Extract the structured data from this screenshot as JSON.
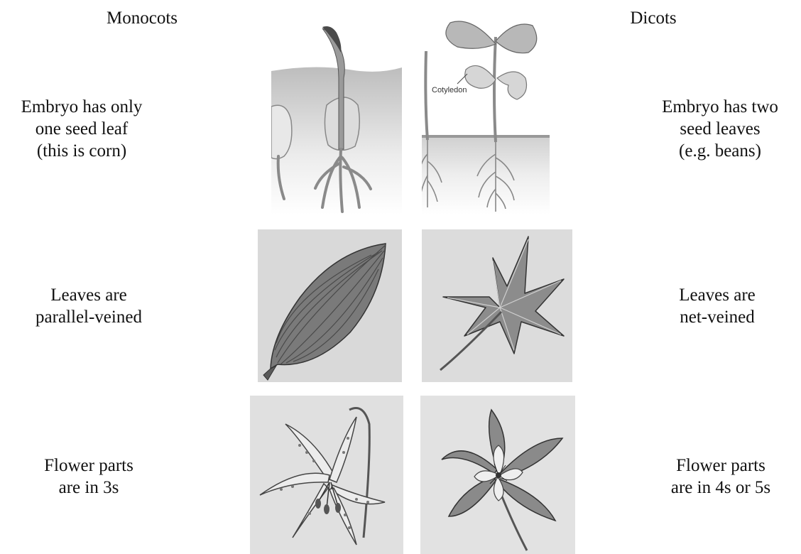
{
  "headers": {
    "left": "Monocots",
    "right": "Dicots"
  },
  "rows": [
    {
      "left_text": [
        "Embryo has only",
        "one seed leaf",
        "(this is corn)"
      ],
      "right_text": [
        "Embryo has two",
        "seed leaves",
        "(e.g. beans)"
      ]
    },
    {
      "left_text": [
        "Leaves are",
        "parallel-veined"
      ],
      "right_text": [
        "Leaves are",
        "net-veined"
      ]
    },
    {
      "left_text": [
        "Flower parts",
        "are in 3s"
      ],
      "right_text": [
        "Flower parts",
        "are in 4s or 5s"
      ]
    }
  ],
  "labels": {
    "cotyledon": "Cotyledon"
  },
  "icons": {
    "monocot_seedling": "corn-seedling-illustration",
    "dicot_seedling": "bean-seedling-illustration",
    "monocot_leaf": "parallel-veined-leaf-illustration",
    "dicot_leaf": "net-veined-leaf-illustration",
    "monocot_flower": "lily-flower-illustration",
    "dicot_flower": "columbine-flower-illustration"
  }
}
